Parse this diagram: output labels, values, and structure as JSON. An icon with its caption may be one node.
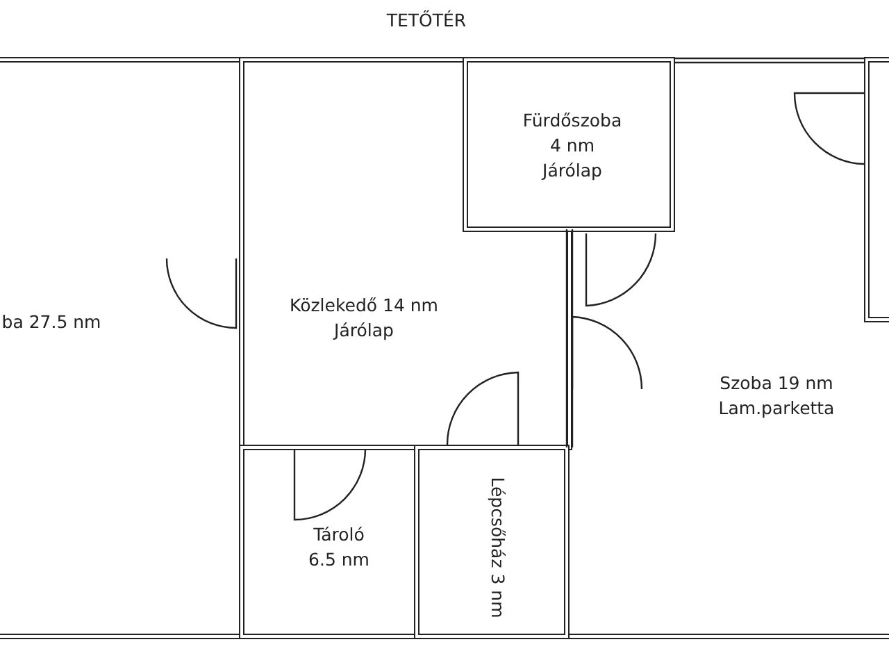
{
  "diagram": {
    "nodes": [
      {
        "text": [
          "ba 27.5 nm"
        ]
      },
      {
        "text": [
          "Közlekedő 14 nm",
          "Járólap"
        ]
      },
      {
        "text": [
          "Fürdőszoba",
          "4 nm",
          "Járólap"
        ]
      },
      {
        "text": [
          "Szoba 19 nm",
          "Lam.parketta"
        ]
      },
      {
        "text": [
          "Tároló",
          "6.5 nm"
        ]
      },
      {
        "text": [
          "Lépcsőház 3 nm"
        ]
      },
      {
        "text": [],
        "shape": "box"
      }
    ],
    "labels": [
      "TETŐTÉR"
    ]
  }
}
